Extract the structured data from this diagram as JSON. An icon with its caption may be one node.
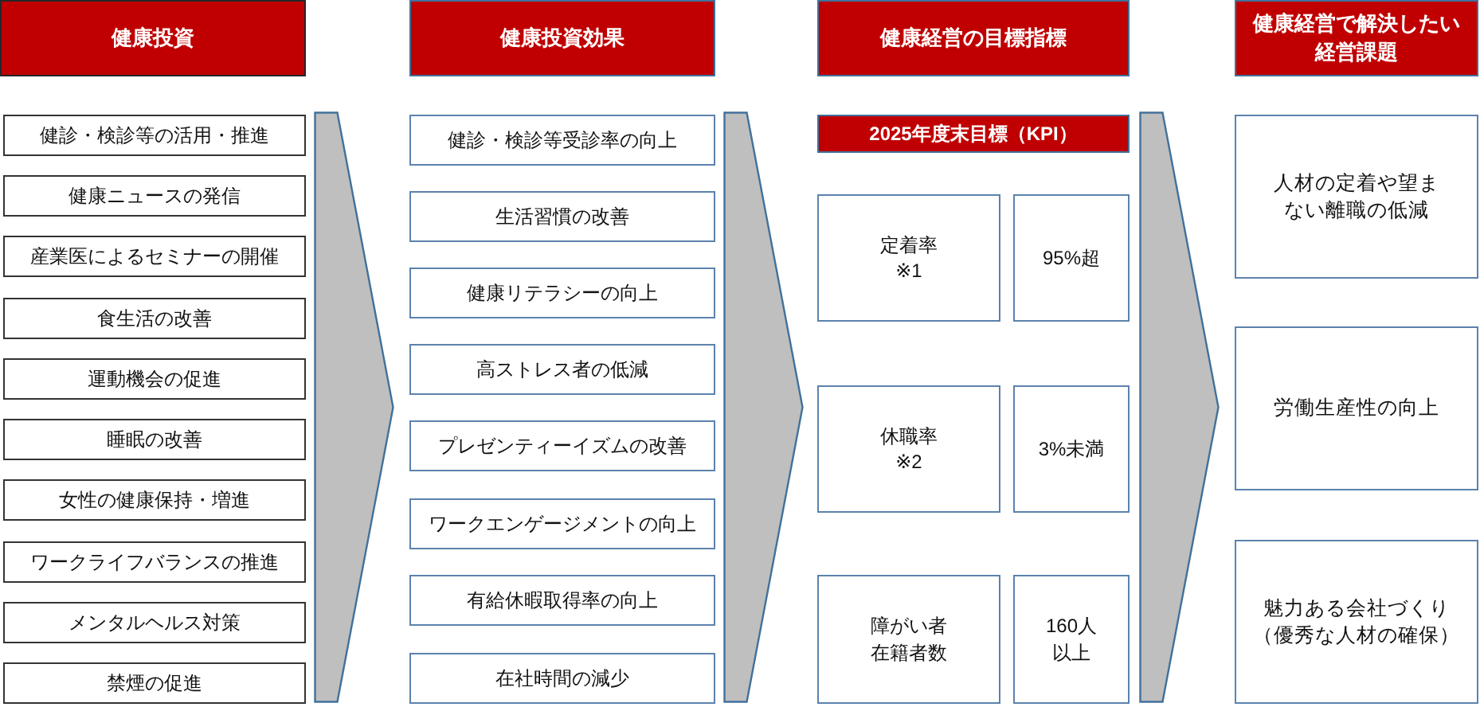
{
  "diagram": {
    "nodes": [
      {
        "text": [
          "健康投資"
        ]
      },
      {
        "text": [
          "健診・検診等の活用・推進"
        ]
      },
      {
        "text": [
          "健康ニュースの発信"
        ]
      },
      {
        "text": [
          "産業医によるセミナーの開催"
        ]
      },
      {
        "text": [
          "食生活の改善"
        ]
      },
      {
        "text": [
          "運動機会の促進"
        ]
      },
      {
        "text": [
          "睡眠の改善"
        ]
      },
      {
        "text": [
          "女性の健康保持・増進"
        ]
      },
      {
        "text": [
          "ワークライフバランスの推進"
        ]
      },
      {
        "text": [
          "メンタルヘルス対策"
        ]
      },
      {
        "text": [
          "禁煙の促進"
        ]
      },
      {
        "text": [
          "健康投資効果"
        ]
      },
      {
        "text": [
          "健診・検診等受診率の向上"
        ]
      },
      {
        "text": [
          "生活習慣の改善"
        ]
      },
      {
        "text": [
          "健康リテラシーの向上"
        ]
      },
      {
        "text": [
          "高ストレス者の低減"
        ]
      },
      {
        "text": [
          "プレゼンティーイズムの改善"
        ]
      },
      {
        "text": [
          "ワークエンゲージメントの向上"
        ]
      },
      {
        "text": [
          "有給休暇取得率の向上"
        ]
      },
      {
        "text": [
          "在社時間の減少"
        ]
      },
      {
        "text": [
          "健康経営の目標指標"
        ]
      },
      {
        "text": [
          "2025年度末目標（KPI）"
        ]
      },
      {
        "text": [
          "定着率※1"
        ]
      },
      {
        "text": [
          "95%超"
        ]
      },
      {
        "text": [
          "休職率※2"
        ]
      },
      {
        "text": [
          "3%未満"
        ]
      },
      {
        "text": [
          "障がい者在籍者数"
        ]
      },
      {
        "text": [
          "160人以上"
        ]
      },
      {
        "text": [
          "健康経営で解決したい経営課題"
        ]
      },
      {
        "text": [
          "人材の定着や望まない離職の低減"
        ]
      },
      {
        "text": [
          "労働生産性の向上"
        ]
      },
      {
        "text": [
          "魅力ある会社づくり（優秀な人材の確保）"
        ]
      }
    ]
  }
}
